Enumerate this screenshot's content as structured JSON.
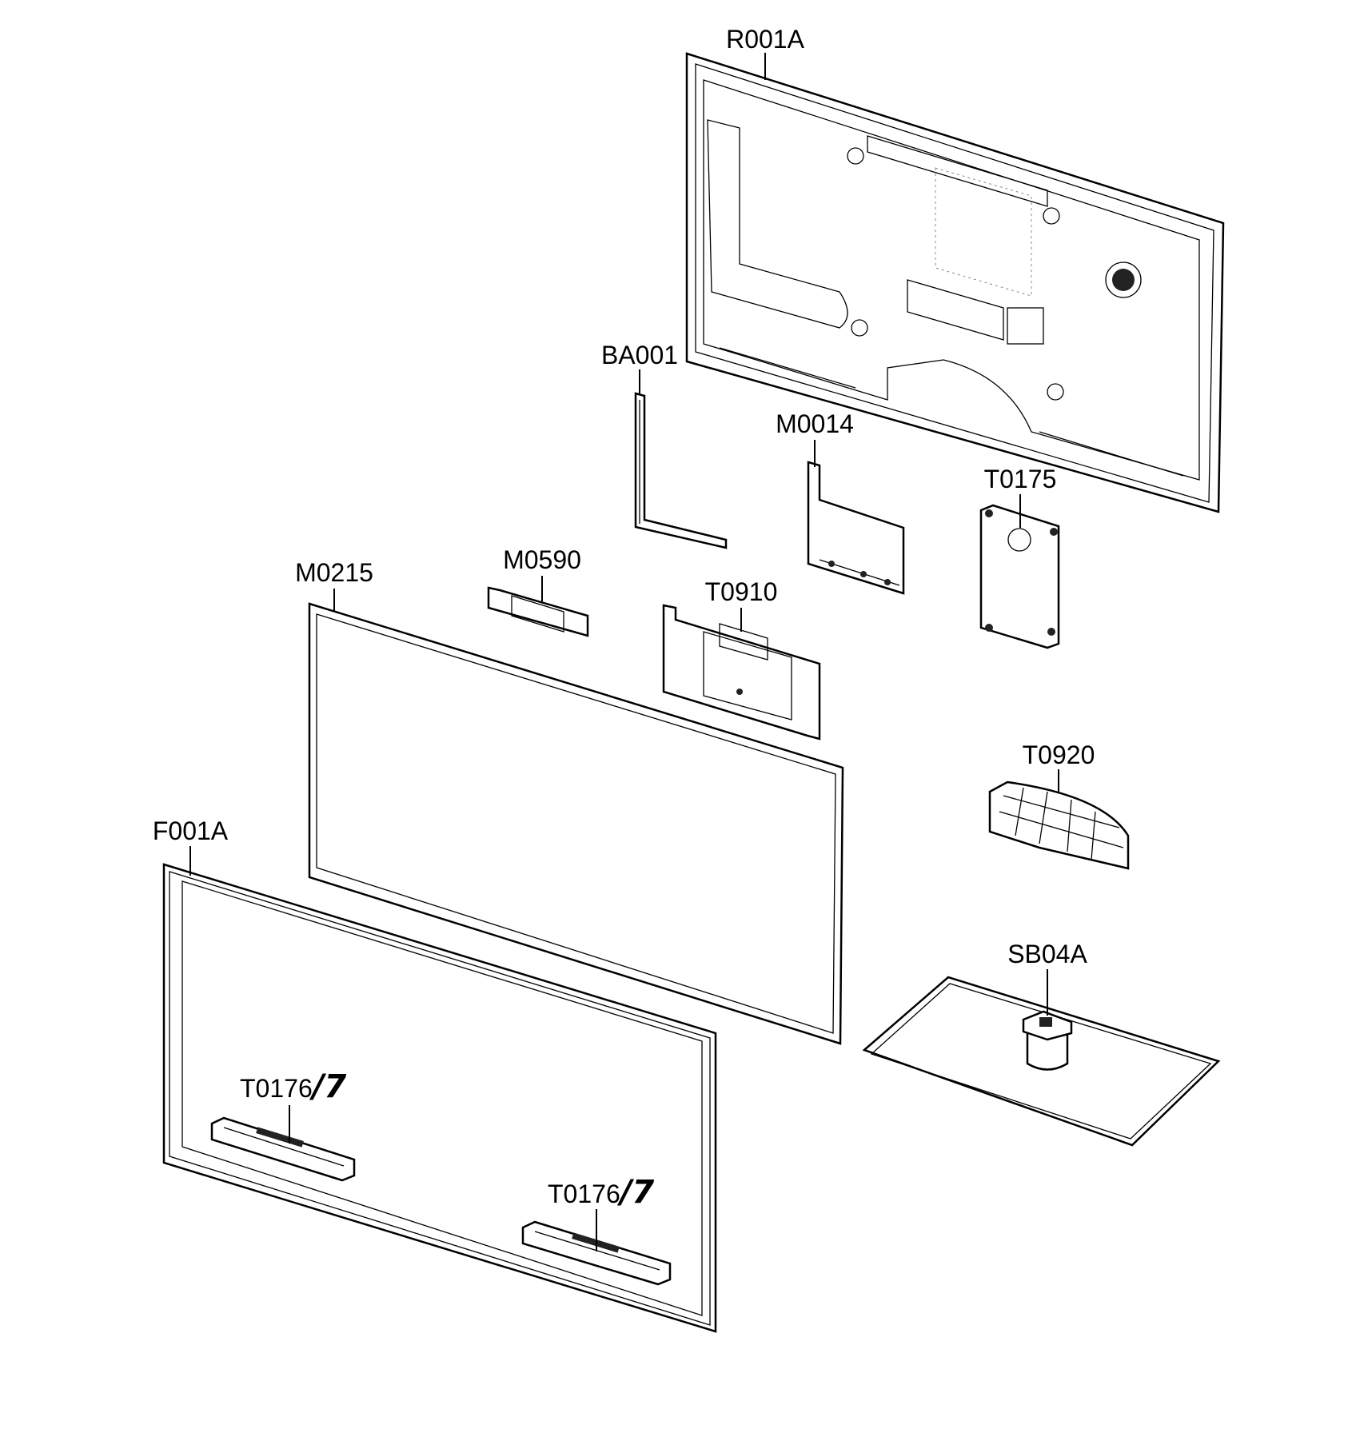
{
  "diagram": {
    "type": "exploded-parts-view",
    "parts": {
      "rear_cover": "R001A",
      "bracket": "BA001",
      "main_board": "M0014",
      "stand_plate": "T0175",
      "small_bracket": "M0590",
      "panel": "M0215",
      "wall_bracket": "T0910",
      "stand_cover": "T0920",
      "front_bezel": "F001A",
      "stand_base": "SB04A",
      "clip_left": {
        "code": "T0176",
        "suffix": "/7"
      },
      "clip_right": {
        "code": "T0176",
        "suffix": "/7"
      }
    }
  }
}
